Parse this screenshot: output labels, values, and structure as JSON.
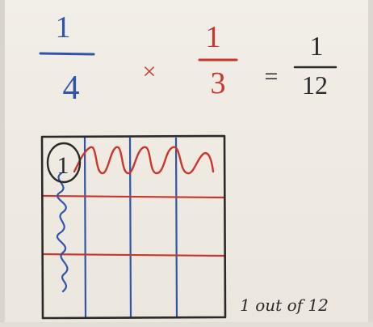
{
  "equation": {
    "fraction_a": {
      "numerator": "1",
      "denominator": "4",
      "color": "#2f55a8"
    },
    "operator_times": "×",
    "fraction_b": {
      "numerator": "1",
      "denominator": "3",
      "color": "#c8362f"
    },
    "operator_equals": "=",
    "fraction_result": {
      "numerator": "1",
      "denominator": "12",
      "color": "#2a2a2a"
    }
  },
  "grid": {
    "columns": 4,
    "rows": 3,
    "blue_color": "#2f55a8",
    "red_color": "#c8362f",
    "outline_color": "#2a2a2a",
    "circled_cell_mark": "1"
  },
  "caption": "1 out of 12"
}
